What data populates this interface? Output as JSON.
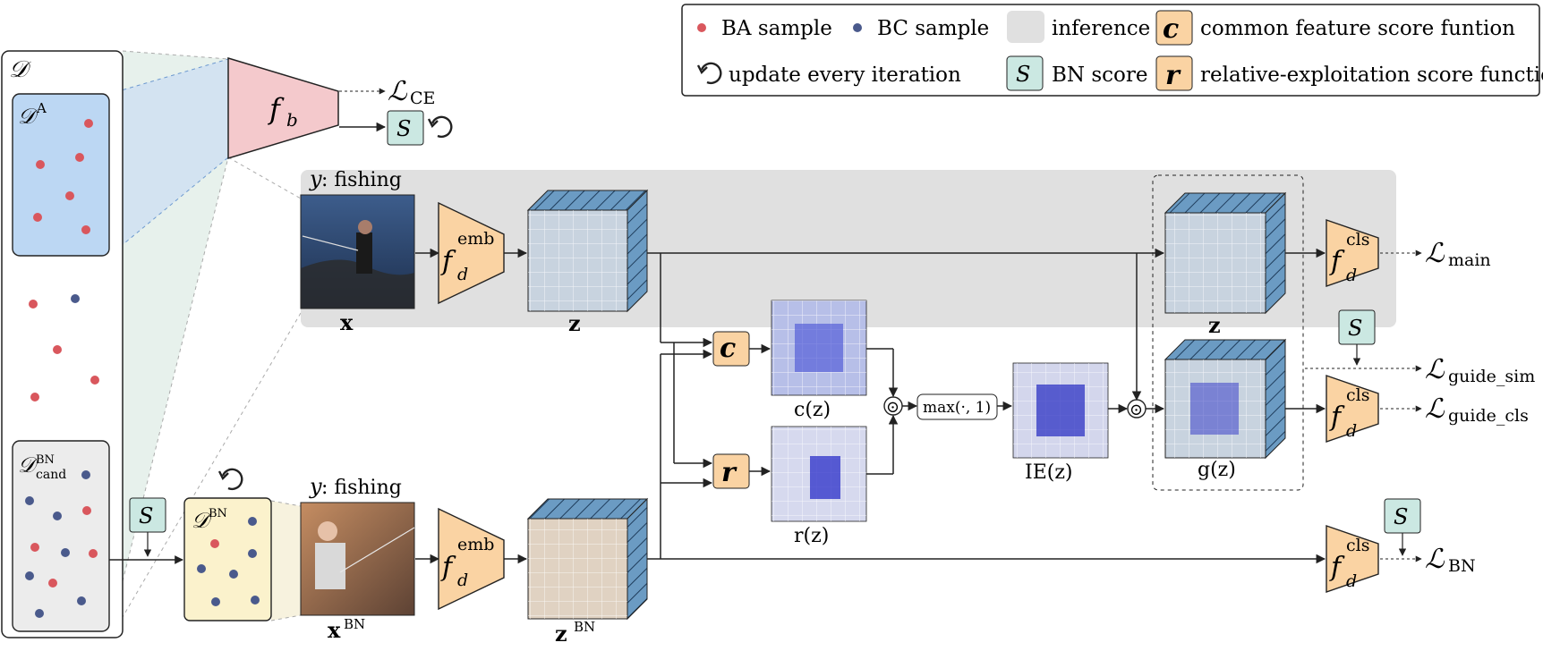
{
  "legend": {
    "ba_sample": "BA sample",
    "bc_sample": "BC sample",
    "inference": "inference",
    "common_score": "common feature score funtion",
    "update": "update every iteration",
    "bn_score": "BN score",
    "relative_score": "relative-exploitation score function",
    "c_symbol": "c",
    "s_symbol": "S",
    "r_symbol": "r"
  },
  "sets": {
    "D": "𝒟",
    "DA": "𝒟",
    "DA_sup": "A",
    "Dcand": "𝒟",
    "Dcand_sup": "BN",
    "Dcand_sub": "cand",
    "DBN": "𝒟",
    "DBN_sup": "BN"
  },
  "model": {
    "fb": "f",
    "fb_sub": "b",
    "fd": "f",
    "d": "d",
    "emb": "emb",
    "cls": "cls",
    "S": "S",
    "c": "c",
    "r": "r"
  },
  "losses": {
    "L": "ℒ",
    "ce": "CE",
    "main": "main",
    "guide_sim": "guide_sim",
    "guide_cls": "guide_cls",
    "bn": "BN"
  },
  "labels": {
    "y_fishing": "y",
    "y_suffix": ": fishing",
    "x": "x",
    "xbn_sup": "BN",
    "z": "z",
    "zbn_sup": "BN",
    "cz": "c(z)",
    "rz": "r(z)",
    "iez": "IE(z)",
    "gz": "g(z)",
    "max": "max(·, 1)",
    "odot": "⊙"
  },
  "colors": {
    "ba": "#d9575d",
    "bc": "#4a5a8c",
    "inference": "#e0e0e0",
    "orange": "#fad3a3",
    "teal": "#cbe8e2",
    "pink": "#f4c9cc",
    "blue_box": "#bcd7f3",
    "cand_box": "#ececec",
    "bn_box": "#fbf2cc",
    "cube_front": "#c8d3df",
    "cube_side": "#5d8fb8"
  }
}
